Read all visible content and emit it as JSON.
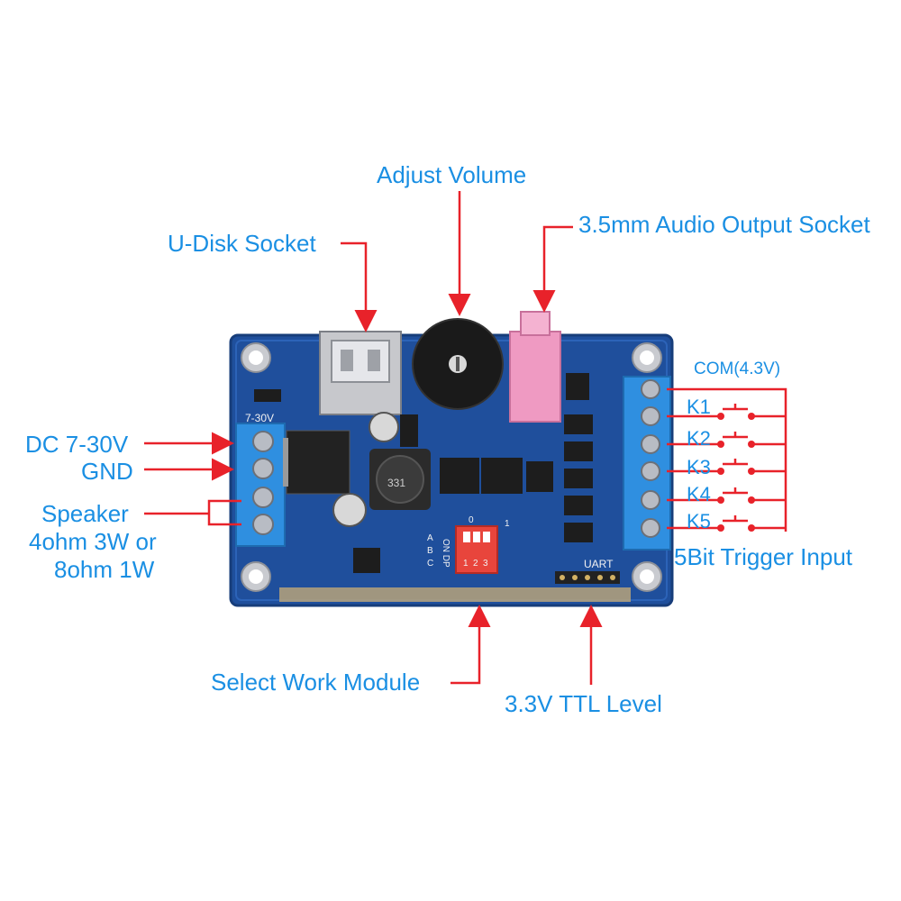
{
  "callouts": {
    "adjust_volume": "Adjust Volume",
    "audio_socket": "3.5mm Audio Output Socket",
    "udisk_socket": "U-Disk Socket",
    "dc_input": "DC 7-30V",
    "gnd": "GND",
    "speaker_line1": "Speaker",
    "speaker_line2": "4ohm 3W or",
    "speaker_line3": "8ohm 1W",
    "select_work_module": "Select Work Module",
    "ttl_level": "3.3V TTL Level",
    "com": "COM(4.3V)",
    "trigger_input": "5Bit Trigger Input"
  },
  "keys": [
    "K1",
    "K2",
    "K3",
    "K4",
    "K5"
  ],
  "silkscreen": {
    "voltage": "7-30V",
    "uart": "UART",
    "inductor": "331",
    "dip_on": "ON DP",
    "dip_numbers": [
      "1",
      "2",
      "3"
    ],
    "dip_letters": [
      "A",
      "B",
      "C"
    ],
    "dip_zero": "0",
    "dip_one": "1"
  },
  "colors": {
    "label_blue": "#1a8fe3",
    "arrow_red": "#e8222a",
    "pcb_blue": "#1f4f9c",
    "terminal_blue": "#2f8fe0",
    "audio_pink": "#ef9ac2",
    "dip_red": "#e8453c"
  }
}
